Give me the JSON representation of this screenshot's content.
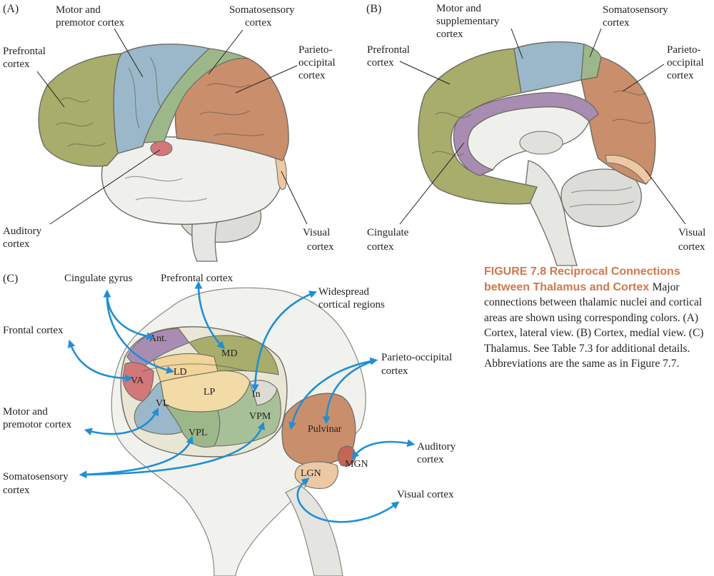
{
  "panels": {
    "a": "(A)",
    "b": "(B)",
    "c": "(C)"
  },
  "panel_a": {
    "motor": [
      "Motor and",
      "premotor cortex"
    ],
    "somato": [
      "Somatosensory",
      "cortex"
    ],
    "prefrontal": [
      "Prefrontal",
      "cortex"
    ],
    "parieto": [
      "Parieto-",
      "occipital",
      "cortex"
    ],
    "auditory": [
      "Auditory",
      "cortex"
    ],
    "visual": [
      "Visual",
      "cortex"
    ]
  },
  "panel_b": {
    "motor": [
      "Motor and",
      "supplementary",
      "cortex"
    ],
    "somato": [
      "Somatosensory",
      "cortex"
    ],
    "prefrontal": [
      "Prefrontal",
      "cortex"
    ],
    "parieto": [
      "Parieto-",
      "occipital",
      "cortex"
    ],
    "cingulate": [
      "Cingulate",
      "cortex"
    ],
    "visual": [
      "Visual",
      "cortex"
    ]
  },
  "panel_c": {
    "cingulate_gyrus": "Cingulate gyrus",
    "prefrontal": "Prefrontal cortex",
    "widespread": [
      "Widespread",
      "cortical regions"
    ],
    "frontal": "Frontal cortex",
    "parieto": [
      "Parieto-occipital",
      "cortex"
    ],
    "motor": [
      "Motor and",
      "premotor cortex"
    ],
    "somato": [
      "Somatosensory",
      "cortex"
    ],
    "auditory": [
      "Auditory",
      "cortex"
    ],
    "visual": "Visual cortex",
    "nuclei": {
      "ant": "Ant.",
      "md": "MD",
      "va": "VA",
      "ld": "LD",
      "lp": "LP",
      "in": "In",
      "vl": "VL",
      "vpm": "VPM",
      "vpl": "VPL",
      "pulvinar": "Pulvinar",
      "lgn": "LGN",
      "mgn": "MGN"
    }
  },
  "caption": {
    "heading": "FIGURE 7.8  Reciprocal Connections between Thalamus and Cortex",
    "body": "Major connections between thalamic nuclei and cortical areas are shown using corresponding colors. (A) Cortex, lateral view. (B) Cortex, medial view. (C) Thalamus. See Table 7.3 for additional details. Abbreviations are the same as in Figure 7.7."
  },
  "colors": {
    "prefrontal": "#a8ad6b",
    "motor": "#9ab8c9",
    "somato": "#9cb88a",
    "parieto": "#c98e6c",
    "auditory": "#d2787a",
    "visual": "#ecc8a4",
    "cingulate": "#a98cb2",
    "white": "#efefec",
    "arrow": "#1f8fd6",
    "caption_head": "#d3774b"
  }
}
